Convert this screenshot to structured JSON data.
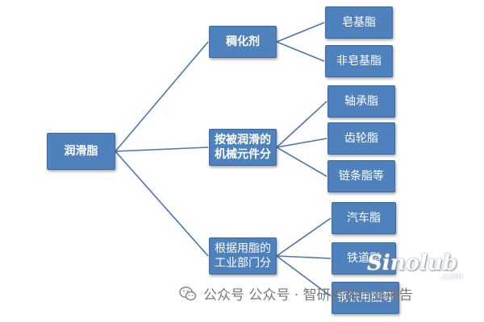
{
  "diagram": {
    "root": "润滑脂",
    "branches": [
      {
        "label": "稠化剂",
        "children": [
          "皂基脂",
          "非皂基脂"
        ]
      },
      {
        "label": "按被润滑的\n机械元件分",
        "children": [
          "轴承脂",
          "齿轮脂",
          "链条脂等"
        ]
      },
      {
        "label": "根据用脂的\n工业部门分",
        "children": [
          "汽车脂",
          "铁道脂",
          "钢铁用脂等"
        ]
      }
    ]
  },
  "watermark": {
    "text": "公众号 公众号 · 智研咨询行业报告",
    "emphasis": "智研咨询行业报告",
    "icon": "wechat-icon"
  },
  "logo": {
    "text": "Sinolub",
    "suffix": ".com"
  },
  "colors": {
    "node_fill": "#4f81bd",
    "node_border": "#3a6aa3",
    "link": "#4a77b0",
    "text": "#ffffff"
  }
}
